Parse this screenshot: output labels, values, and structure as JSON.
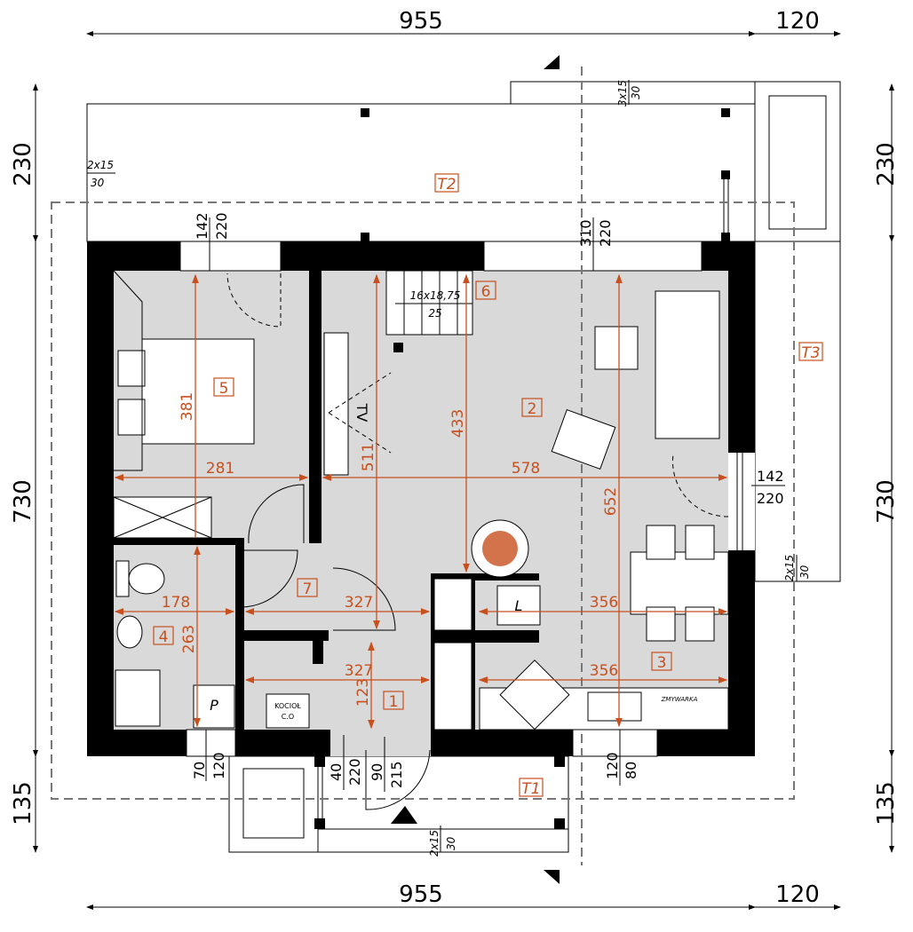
{
  "overall": {
    "top_width": "955",
    "top_right": "120",
    "bottom_width": "955",
    "bottom_right": "120",
    "left_top": "230",
    "left_mid": "730",
    "left_bottom": "135",
    "right_top": "230",
    "right_mid": "730",
    "right_bottom": "135"
  },
  "terraces": {
    "t2": "T2",
    "t3": "T3",
    "t1": "T1",
    "t2_step_a": "2x15",
    "t2_step_b": "30",
    "top_step_a": "3x15",
    "top_step_b": "30",
    "t3_step_a": "2x15",
    "t3_step_b": "30",
    "t1_step_a": "2x15",
    "t1_step_b": "30"
  },
  "rooms": {
    "r1": "1",
    "r2": "2",
    "r3": "3",
    "r4": "4",
    "r5": "5",
    "r6": "6",
    "r7": "7"
  },
  "room_dims": {
    "bed_h": "381",
    "bed_w": "281",
    "living_w": "578",
    "living_h1": "511",
    "living_h2": "433",
    "living_h3": "652",
    "bath_w": "178",
    "bath_h": "263",
    "hall_w": "327",
    "kitchen_w": "356",
    "r1_w": "327",
    "r1_h": "123",
    "r3_w": "356"
  },
  "openings": {
    "bed_win_a": "142",
    "bed_win_b": "220",
    "liv_win_a": "310",
    "liv_win_b": "220",
    "side_door_a": "142",
    "side_door_b": "220",
    "bath_win_a": "70",
    "bath_win_b": "120",
    "entry_win_a": "40",
    "entry_win_b": "220",
    "entry_door_a": "90",
    "entry_door_b": "215",
    "kit_win_a": "120",
    "kit_win_b": "80"
  },
  "stairs": {
    "size": "16x18,75",
    "tread": "25"
  },
  "fixtures": {
    "tv": "TV",
    "boiler_a": "KOCIOŁ",
    "boiler_b": "C.O",
    "p": "P",
    "l": "L",
    "dishwasher": "ZMYWARKA"
  },
  "colors": {
    "accent": "#c8501e",
    "wall": "#000000",
    "floor": "#d9d9d9"
  }
}
